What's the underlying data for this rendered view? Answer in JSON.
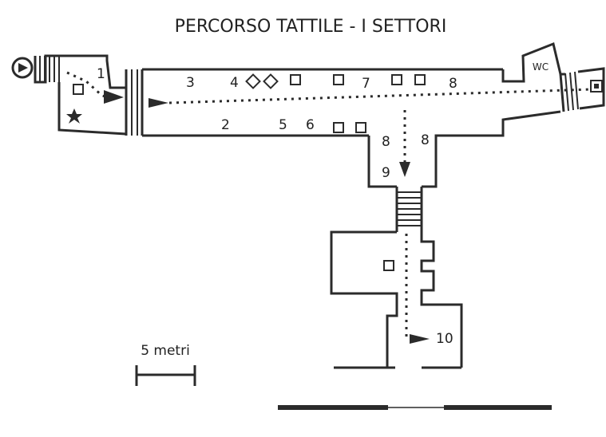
{
  "title": "PERCORSO TATTILE - I SETTORI",
  "wc_label": "WC",
  "scale_label": "5 metri",
  "sector_labels": {
    "s1": "1",
    "s2": "2",
    "s3": "3",
    "s4": "4",
    "s5": "5",
    "s6": "6",
    "s7": "7",
    "s8a": "8",
    "s8b": "8",
    "s8c": "8",
    "s9": "9",
    "s10": "10"
  },
  "icons": {
    "entrance": "play-circle-icon",
    "star": "star-icon",
    "exit": "square-target-icon"
  },
  "colors": {
    "ink": "#2b2b2b",
    "background": "#ffffff"
  }
}
